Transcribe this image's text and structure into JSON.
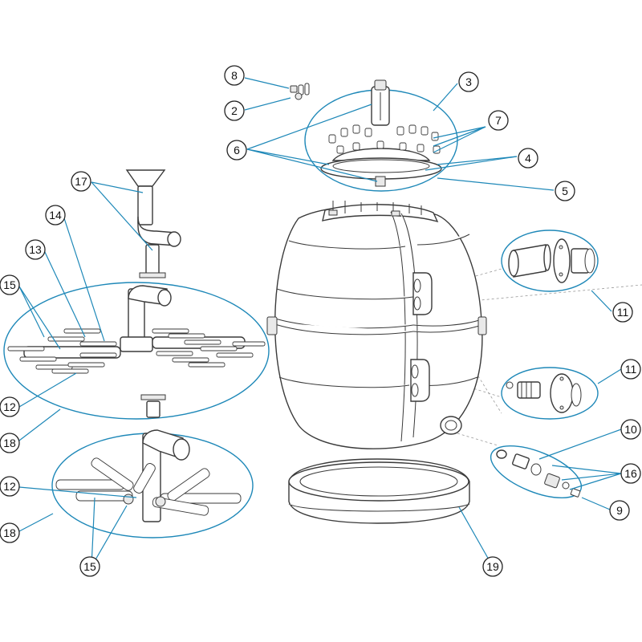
{
  "diagram": {
    "colors": {
      "leader": "#1e88b8",
      "outline": "#3a3a3a",
      "callout_stroke": "#222222"
    },
    "callouts": [
      {
        "id": "c1",
        "label": "8"
      },
      {
        "id": "c2",
        "label": "2"
      },
      {
        "id": "c3",
        "label": "3"
      },
      {
        "id": "c4",
        "label": "7"
      },
      {
        "id": "c5",
        "label": "6"
      },
      {
        "id": "c6",
        "label": "4"
      },
      {
        "id": "c7",
        "label": "5"
      },
      {
        "id": "c8",
        "label": "17"
      },
      {
        "id": "c9",
        "label": "14"
      },
      {
        "id": "c10",
        "label": "13"
      },
      {
        "id": "c11",
        "label": "15"
      },
      {
        "id": "c12",
        "label": "12"
      },
      {
        "id": "c13",
        "label": "18"
      },
      {
        "id": "c14",
        "label": "11"
      },
      {
        "id": "c15",
        "label": "11"
      },
      {
        "id": "c16",
        "label": "10"
      },
      {
        "id": "c17",
        "label": "16"
      },
      {
        "id": "c18",
        "label": "9"
      },
      {
        "id": "c19",
        "label": "12"
      },
      {
        "id": "c20",
        "label": "18"
      },
      {
        "id": "c21",
        "label": "15"
      },
      {
        "id": "c22",
        "label": "19"
      }
    ]
  }
}
